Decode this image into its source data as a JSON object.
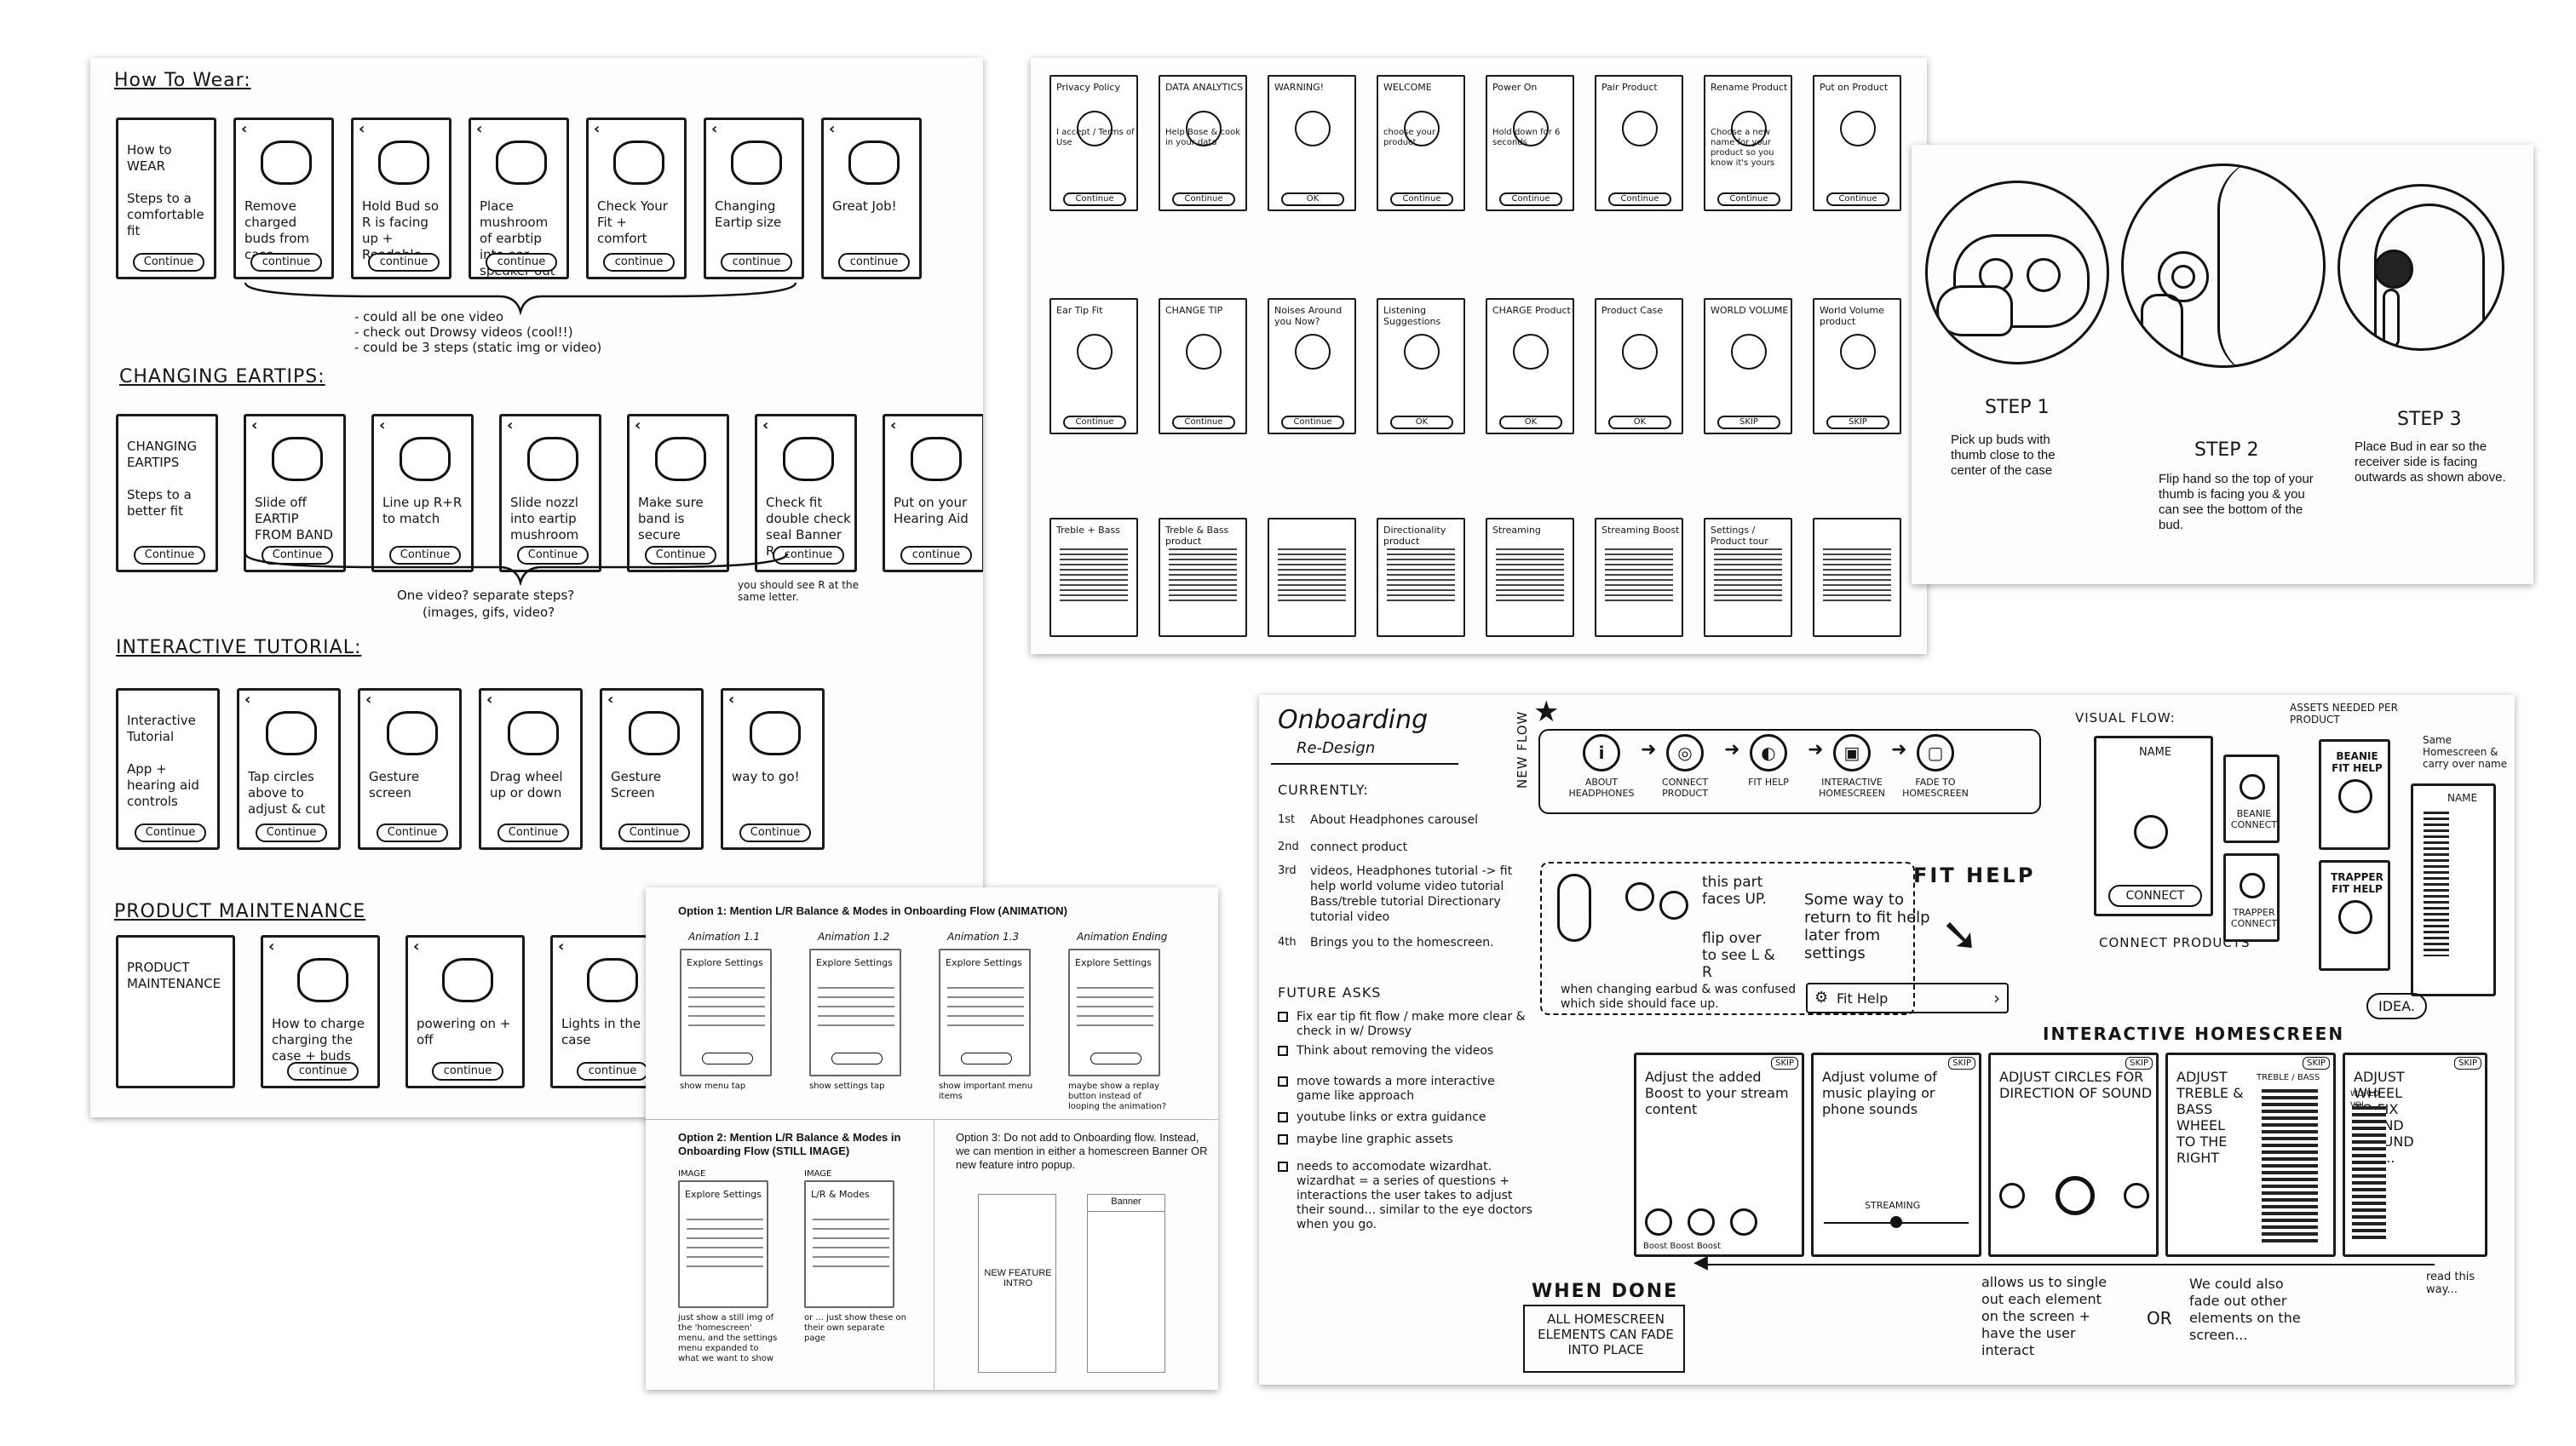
{
  "sheet1": {
    "how_to_wear": {
      "title": "How To Wear:",
      "screens": [
        {
          "text": "How to WEAR\n\nSteps to a comfortable fit",
          "button": "Continue"
        },
        {
          "text": "Remove charged buds from case",
          "button": "continue"
        },
        {
          "text": "Hold Bud so R is facing up + Readable",
          "button": "continue"
        },
        {
          "text": "Place mushroom of earbtip into ear, speaker out",
          "button": "continue"
        },
        {
          "text": "Check Your Fit + comfort",
          "button": "continue"
        },
        {
          "text": "Changing Eartip size",
          "button": "continue"
        },
        {
          "text": "Great Job!",
          "button": "continue"
        }
      ],
      "notes": [
        "- could all be one video",
        "- check out Drowsy videos (cool!!)",
        "- could be 3 steps (static img or video)"
      ]
    },
    "changing_eartips": {
      "title": "CHANGING EARTIPS:",
      "screens": [
        {
          "text": "CHANGING EARTIPS\n\nSteps to a better fit",
          "button": "Continue"
        },
        {
          "text": "Slide off EARTIP FROM BAND",
          "button": "Continue"
        },
        {
          "text": "Line up R+R to match",
          "button": "Continue"
        },
        {
          "text": "Slide nozzl into eartip mushroom",
          "button": "Continue"
        },
        {
          "text": "Make sure band is secure",
          "button": "Continue"
        },
        {
          "text": "Check fit double check seal Banner R + L",
          "button": "continue"
        },
        {
          "text": "Put on your Hearing Aid",
          "button": "continue"
        }
      ],
      "notes": [
        "One video? separate steps?",
        "(images, gifs, video?",
        "you should see R at the same letter."
      ]
    },
    "interactive_tutorial": {
      "title": "INTERACTIVE TUTORIAL:",
      "screens": [
        {
          "text": "Interactive Tutorial\n\nApp + hearing aid controls",
          "button": "Continue"
        },
        {
          "text": "Tap circles above to adjust & cut",
          "button": "Continue"
        },
        {
          "text": "Gesture screen",
          "button": "Continue"
        },
        {
          "text": "Drag wheel up or down",
          "button": "Continue"
        },
        {
          "text": "Gesture Screen",
          "button": "Continue"
        },
        {
          "text": "way to go!",
          "button": "Continue"
        }
      ]
    },
    "product_maintenance": {
      "title": "PRODUCT MAINTENANCE",
      "screens": [
        {
          "text": "PRODUCT MAINTENANCE",
          "button": ""
        },
        {
          "text": "How to charge charging the case + buds",
          "button": "continue"
        },
        {
          "text": "powering on + off",
          "button": "continue"
        },
        {
          "text": "Lights in the case",
          "button": "continue"
        }
      ]
    }
  },
  "sheet2": {
    "row1": [
      {
        "title": "Privacy Policy",
        "sub": "I accept / Terms of Use",
        "button": "Continue"
      },
      {
        "title": "DATA ANALYTICS",
        "sub": "Help Bose & cook in your data",
        "button": "Continue"
      },
      {
        "title": "WARNING!",
        "sub": "",
        "button": "OK"
      },
      {
        "title": "WELCOME",
        "sub": "choose your product",
        "button": "Continue"
      },
      {
        "title": "Power On",
        "sub": "Hold down for 6 seconds",
        "button": "Continue"
      },
      {
        "title": "Pair Product",
        "sub": "",
        "button": "Continue"
      },
      {
        "title": "Rename Product",
        "sub": "Choose a new name for your product so you know it's yours",
        "button": "Continue"
      },
      {
        "title": "Put on Product",
        "sub": "",
        "button": "Continue"
      }
    ],
    "row2": [
      {
        "title": "Ear Tip Fit",
        "button": "Continue"
      },
      {
        "title": "CHANGE TIP",
        "button": "Continue"
      },
      {
        "title": "Noises Around you Now?",
        "button": "Continue"
      },
      {
        "title": "Listening Suggestions",
        "button": "OK"
      },
      {
        "title": "CHARGE Product",
        "button": "OK"
      },
      {
        "title": "Product Case",
        "button": "OK"
      },
      {
        "title": "WORLD VOLUME",
        "button": "SKIP"
      },
      {
        "title": "World Volume product",
        "button": "SKIP"
      }
    ],
    "row3": [
      {
        "title": "Treble + Bass"
      },
      {
        "title": "Treble & Bass product"
      },
      {
        "title": ""
      },
      {
        "title": "Directionality product"
      },
      {
        "title": "Streaming"
      },
      {
        "title": "Streaming Boost"
      },
      {
        "title": "Settings / Product tour"
      },
      {
        "title": ""
      }
    ]
  },
  "sheet3": {
    "steps": [
      {
        "label": "STEP 1",
        "text": "Pick up buds with thumb close to the center of the case"
      },
      {
        "label": "STEP 2",
        "text": "Flip hand so the top of your thumb is facing you & you can see the bottom of the bud."
      },
      {
        "label": "STEP 3",
        "text": "Place Bud in ear so the receiver side is facing outwards as shown above."
      }
    ]
  },
  "sheet4": {
    "option1_title": "Option 1: Mention L/R Balance & Modes in Onboarding Flow (ANIMATION)",
    "option1_frames": [
      {
        "label": "Animation 1.1",
        "header": "Explore Settings",
        "caption": "show menu tap"
      },
      {
        "label": "Animation 1.2",
        "header": "Explore Settings",
        "caption": "show settings tap"
      },
      {
        "label": "Animation 1.3",
        "header": "Explore Settings",
        "caption": "show important menu items"
      },
      {
        "label": "Animation Ending",
        "header": "Explore Settings",
        "caption": "maybe show a replay button instead of looping the animation?"
      }
    ],
    "option2_title": "Option 2: Mention L/R Balance & Modes in Onboarding Flow (STILL IMAGE)",
    "option2_frames": [
      {
        "label": "IMAGE",
        "header": "Explore Settings",
        "caption": "just show a still img of the 'homescreen' menu, and the settings menu expanded to what we want to show"
      },
      {
        "label": "IMAGE",
        "header": "L/R & Modes",
        "caption": "or ... just show these on their own separate page"
      }
    ],
    "option3_title": "Option 3: Do not add to Onboarding flow. Instead, we can mention in either a homescreen Banner OR new feature intro popup.",
    "option3_frames": [
      {
        "label": "NEW FEATURE INTRO"
      },
      {
        "label": "Banner"
      }
    ]
  },
  "sheet5": {
    "title": "Onboarding",
    "subtitle": "Re-Design",
    "currently_title": "CURRENTLY:",
    "currently": [
      {
        "n": "1st",
        "t": "About Headphones carousel"
      },
      {
        "n": "2nd",
        "t": "connect product"
      },
      {
        "n": "3rd",
        "t": "videos, Headphones tutorial -> fit help world volume video tutorial Bass/treble tutorial Directionary tutorial video"
      },
      {
        "n": "4th",
        "t": "Brings you to the homescreen."
      }
    ],
    "future_title": "FUTURE ASKS",
    "future": [
      "Fix ear tip fit flow / make more clear & check in w/ Drowsy",
      "Think about removing the videos",
      "move towards a more interactive game like approach",
      "youtube links or extra guidance",
      "maybe line graphic assets",
      "needs to accomodate wizardhat. wizardhat = a series of questions + interactions the user takes to adjust their sound... similar to the eye doctors when you go."
    ],
    "new_flow_label": "NEW FLOW",
    "new_flow": [
      "ABOUT HEADPHONES",
      "CONNECT PRODUCT",
      "FIT HELP",
      "INTERACTIVE HOMESCREEN",
      "FADE TO HOMESCREEN"
    ],
    "fit_help_title": "FIT HELP",
    "fit_help_notes": [
      "this part faces UP.",
      "flip over to see L & R",
      "when changing earbud & was confused which side should face up.",
      "Some way to return to fit help later from settings"
    ],
    "fit_help_button": "Fit Help",
    "visual_flow_title": "VISUAL FLOW:",
    "assets_note": "ASSETS NEEDED PER PRODUCT",
    "same_homescreen_note": "Same Homescreen & carry over name",
    "visual_flow": [
      "NAME",
      "CONNECT",
      "BEANIE CONNECT",
      "TRAPPER CONNECT",
      "BEANIE FIT HELP",
      "TRAPPER FIT HELP",
      "NAME"
    ],
    "connect_products_label": "CONNECT PRODUCTS",
    "idea_label": "IDEA.",
    "homescreen_title": "INTERACTIVE HOMESCREEN",
    "homescreen_cards": [
      {
        "title": "Adjust the added Boost to your stream content",
        "foot": "Boost Boost Boost"
      },
      {
        "title": "Adjust volume of music playing or phone sounds",
        "foot": "STREAMING"
      },
      {
        "title": "ADJUST CIRCLES FOR DIRECTION OF SOUND",
        "foot": ""
      },
      {
        "title": "ADJUST TREBLE & BASS WHEEL TO THE RIGHT",
        "foot": "TREBLE / BASS"
      },
      {
        "title": "ADJUST WHEEL TO FIX SOUND AROUND YOU...",
        "foot": "WORLD VOL"
      }
    ],
    "skip_label": "SKIP",
    "when_done": "WHEN DONE",
    "when_done_text": "ALL HOMESCREEN ELEMENTS CAN FADE INTO PLACE",
    "allows_text": "allows us to single out each element on the screen + have the user interact",
    "or_label": "OR",
    "could_also_text": "We could also fade out other elements on the screen...",
    "read_this_way": "read this way..."
  }
}
